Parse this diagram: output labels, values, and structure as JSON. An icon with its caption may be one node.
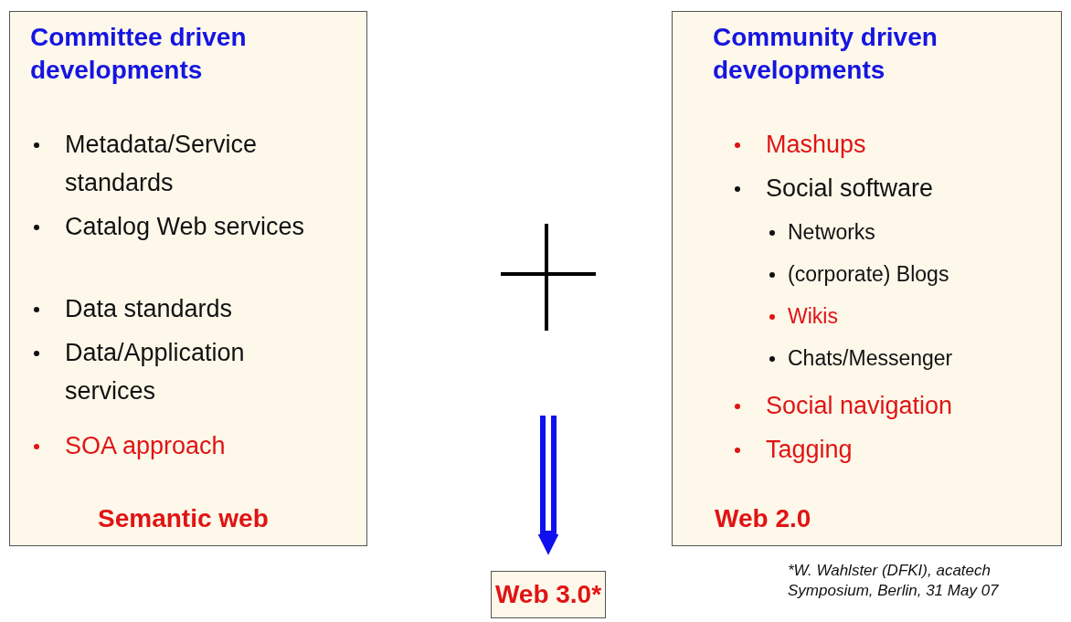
{
  "diagram": {
    "nodes": [
      {
        "text": [
          "Committee driven developments",
          "Metadata/Service standards",
          "Catalog Web services",
          "Data standards",
          "Data/Application services",
          "SOA approach",
          "Semantic web"
        ]
      },
      {
        "text": [
          "Community driven developments",
          "Mashups",
          "Social software",
          "Networks",
          "(corporate) Blogs",
          "Wikis",
          "Chats/Messenger",
          "Social navigation",
          "Tagging",
          "Web 2.0"
        ]
      },
      {
        "text": [
          "Web 3.0*"
        ]
      }
    ],
    "edges": [
      {
        "from": null,
        "to": 2,
        "arrow": "to"
      }
    ],
    "labels": [
      "*W. Wahlster (DFKI), acatech Symposium, Berlin, 31 May 07"
    ]
  }
}
